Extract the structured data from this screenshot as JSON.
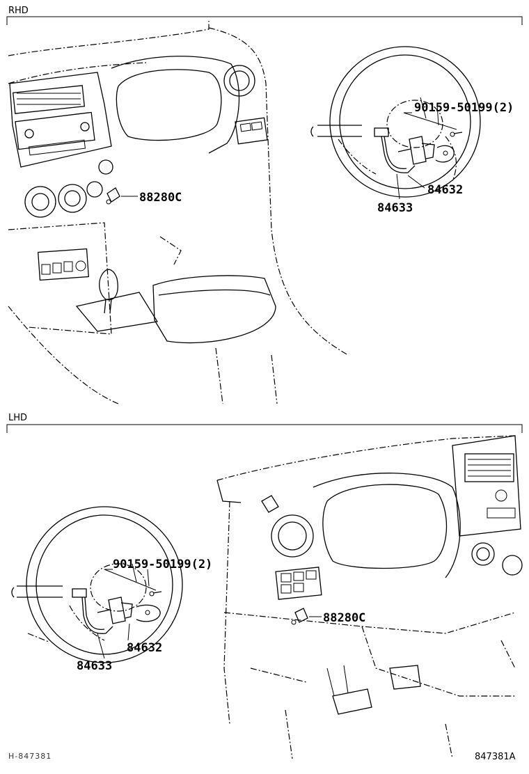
{
  "sections": {
    "rhd": {
      "label": "RHD"
    },
    "lhd": {
      "label": "LHD"
    }
  },
  "rhd_parts": {
    "screw": "90159-50199(2)",
    "lamp": "88280C",
    "switch": "84632",
    "wire": "84633"
  },
  "lhd_parts": {
    "screw": "90159-50199(2)",
    "lamp": "88280C",
    "switch": "84632",
    "wire": "84633"
  },
  "footer": {
    "left_code": "H-847381",
    "right_code": "847381A"
  },
  "icons": [
    "dashboard-illustration",
    "steering-wheel-illustration",
    "cruise-control-switch",
    "switch-wire-harness",
    "indicator-lamp-bulb",
    "screw"
  ]
}
